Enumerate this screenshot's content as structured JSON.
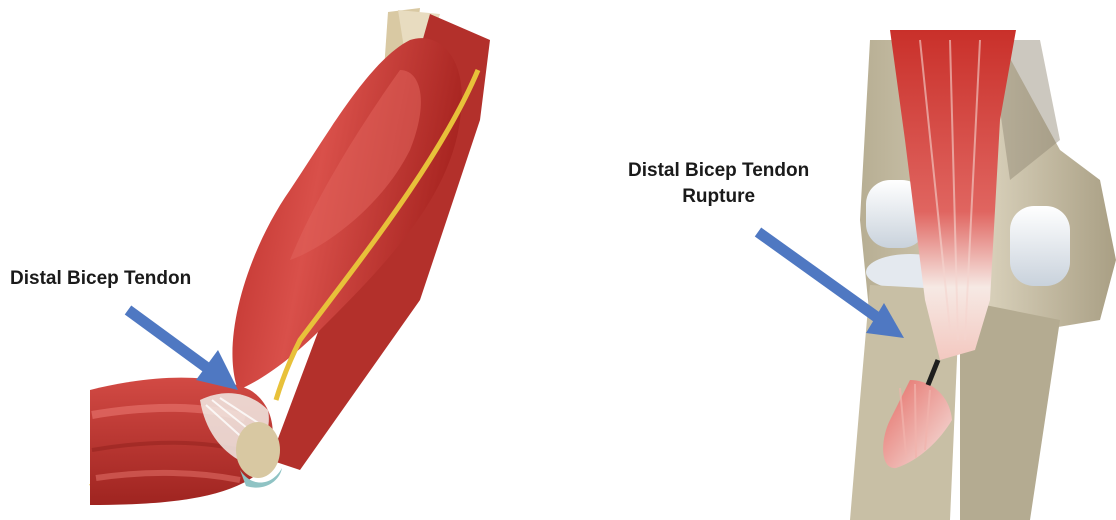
{
  "labels": {
    "left": "Distal Bicep Tendon",
    "right_line1": "Distal Bicep Tendon",
    "right_line2": "Rupture"
  },
  "colors": {
    "muscle": "#c93a35",
    "muscle_dark": "#a82622",
    "muscle_light": "#e0625b",
    "tendon": "#f1ece6",
    "bone": "#cbc2a9",
    "bone_shadow": "#a89f86",
    "cartilage": "#e9eef3",
    "nerve": "#e9c23a",
    "arrow": "#4f78c2",
    "arrow_edge": "#3a5c9a"
  },
  "icons": {
    "left_arrow": "arrow-down-right",
    "right_arrow": "arrow-down-right"
  }
}
